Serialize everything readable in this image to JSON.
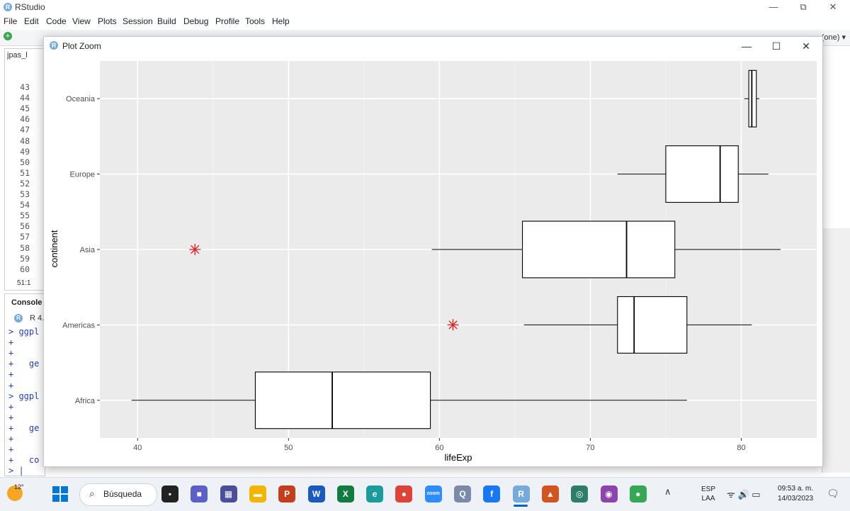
{
  "app": {
    "title": "RStudio",
    "window_controls": {
      "minimize": "—",
      "restore": "⧉",
      "close": "✕"
    }
  },
  "menu": [
    "File",
    "Edit",
    "Code",
    "View",
    "Plots",
    "Session",
    "Build",
    "Debug",
    "Profile",
    "Tools",
    "Help"
  ],
  "toolbar": {
    "project_label": "(one) ▾"
  },
  "source": {
    "tab_label": "jpas_l",
    "line_numbers": [
      "43",
      "44",
      "45",
      "46",
      "47",
      "48",
      "49",
      "50",
      "51",
      "52",
      "53",
      "54",
      "55",
      "56",
      "57",
      "58",
      "59",
      "60"
    ],
    "cursor_position": "51:1"
  },
  "console": {
    "title": "Console",
    "version": "R 4.",
    "lines": [
      "> ggpl",
      "+",
      "+",
      "+   ge",
      "+",
      "+",
      "> ggpl",
      "+",
      "+",
      "+   ge",
      "+",
      "+",
      "+   co",
      "> |"
    ]
  },
  "plot_window": {
    "title": "Plot Zoom",
    "controls": {
      "minimize": "—",
      "maximize": "☐",
      "close": "✕"
    }
  },
  "chart_data": {
    "type": "boxplot",
    "orientation": "horizontal",
    "title": "",
    "xlabel": "lifeExp",
    "ylabel": "continent",
    "xlim": [
      37.5,
      85
    ],
    "x_ticks": [
      40,
      50,
      60,
      70,
      80
    ],
    "categories": [
      "Africa",
      "Americas",
      "Asia",
      "Europe",
      "Oceania"
    ],
    "boxes": [
      {
        "category": "Africa",
        "whisker_low": 39.6,
        "q1": 47.8,
        "median": 52.9,
        "q3": 59.4,
        "whisker_high": 76.4
      },
      {
        "category": "Americas",
        "whisker_low": 65.6,
        "q1": 71.8,
        "median": 72.9,
        "q3": 76.4,
        "whisker_high": 80.7
      },
      {
        "category": "Asia",
        "whisker_low": 59.5,
        "q1": 65.5,
        "median": 72.4,
        "q3": 75.6,
        "whisker_high": 82.6
      },
      {
        "category": "Europe",
        "whisker_low": 71.8,
        "q1": 75.0,
        "median": 78.6,
        "q3": 79.8,
        "whisker_high": 81.8
      },
      {
        "category": "Oceania",
        "whisker_low": 80.2,
        "q1": 80.5,
        "median": 80.7,
        "q3": 81.0,
        "whisker_high": 81.2
      }
    ],
    "outliers": [
      {
        "category": "Asia",
        "x": 43.8
      },
      {
        "category": "Americas",
        "x": 60.9
      }
    ],
    "outlier_color": "#e41a1c",
    "panel_background": "#ebebeb",
    "grid": true
  },
  "taskbar": {
    "weather_temp": "12°",
    "search_label": "Búsqueda",
    "apps": [
      {
        "icon": "task-view-icon",
        "color": "#222222",
        "glyph": "▪"
      },
      {
        "icon": "teams-icon",
        "color": "#5b5fc7",
        "glyph": "■"
      },
      {
        "icon": "calendar-icon",
        "color": "#4a4f9c",
        "glyph": "▦"
      },
      {
        "icon": "file-explorer-icon",
        "color": "#f2b600",
        "glyph": "▬"
      },
      {
        "icon": "powerpoint-icon",
        "color": "#c43e1c",
        "glyph": "P"
      },
      {
        "icon": "word-icon",
        "color": "#185abd",
        "glyph": "W"
      },
      {
        "icon": "excel-icon",
        "color": "#107c41",
        "glyph": "X"
      },
      {
        "icon": "edge-icon",
        "color": "#1a9c9c",
        "glyph": "e"
      },
      {
        "icon": "chrome-icon",
        "color": "#db4437",
        "glyph": "●"
      },
      {
        "icon": "zoom-icon",
        "color": "#2d8cff",
        "glyph": "zoom"
      },
      {
        "icon": "qgis-icon",
        "color": "#7a8aa8",
        "glyph": "Q"
      },
      {
        "icon": "facebook-icon",
        "color": "#1877f2",
        "glyph": "f"
      },
      {
        "icon": "rstudio-icon",
        "color": "#75aadb",
        "glyph": "R"
      },
      {
        "icon": "matlab-icon",
        "color": "#d3541f",
        "glyph": "▲"
      },
      {
        "icon": "search-app-icon",
        "color": "#2e7d6b",
        "glyph": "◎"
      },
      {
        "icon": "github-desktop-icon",
        "color": "#8e44ad",
        "glyph": "◉"
      },
      {
        "icon": "chrome-profile-icon",
        "color": "#34a853",
        "glyph": "●"
      }
    ],
    "tray": {
      "lang_top": "ESP",
      "lang_bottom": "LAA",
      "icons": "ᯤ  🔊  ▭",
      "time": "09:53 a. m.",
      "date": "14/03/2023",
      "chevron": "∧",
      "notify": "🗨"
    }
  }
}
